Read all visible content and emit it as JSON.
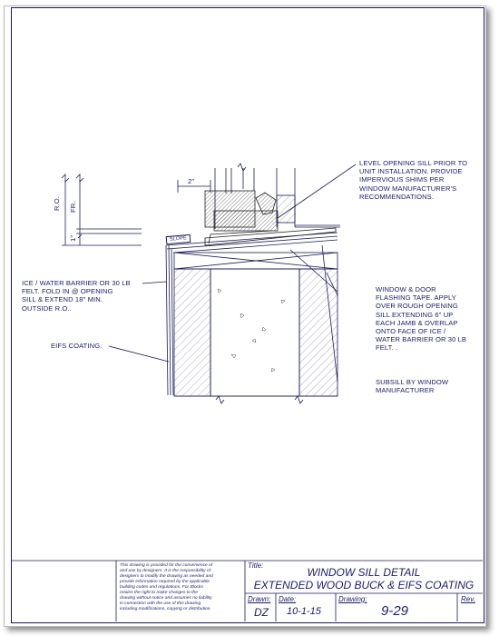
{
  "notes": {
    "level_sill": [
      "LEVEL OPENING SILL PRIOR TO",
      "UNIT INSTALLATION.  PROVIDE",
      "IMPERVIOUS SHIMS PER",
      "WINDOW MANUFACTURER'S",
      "RECOMMENDATIONS."
    ],
    "ice_water": [
      "ICE / WATER BARRIER OR 30 LB",
      "FELT.  FOLD IN @ OPENING",
      "SILL & EXTEND 18\" MIN.",
      "OUTSIDE R.O.."
    ],
    "flashing": [
      "WINDOW & DOOR",
      "FLASHING TAPE.  APPLY",
      "OVER ROUGH OPENING",
      "SILL EXTENDING 6\" UP",
      "EACH JAMB & OVERLAP",
      "ONTO FACE OF ICE /",
      "WATER BARRIER OR 30 LB",
      "FELT. ."
    ],
    "eifs": "EIFS COATING.",
    "subsill": [
      "SUBSILL BY WINDOW",
      "MANUFACTURER"
    ]
  },
  "dims": {
    "ro": "R.O.",
    "fr": "FR.",
    "one_in": "1\"",
    "two_in": "2\"",
    "slope": "SLOPE"
  },
  "title_block": {
    "disclaimer": [
      "This drawing is provided for the convenience of",
      "and use by designers.  It is the responsibility of",
      "designers to modify the drawing as needed and",
      "provide information required by the applicable",
      "building codes and regulations.  For Blocks",
      "retains the right to make changes to the",
      "drawing without notice and assumes no liability",
      "in connection with the use of this drawing",
      "including modifications, copying or distribution."
    ],
    "title_label": "Title:",
    "title_line1": "WINDOW SILL DETAIL",
    "title_line2": "EXTENDED WOOD BUCK & EIFS COATING",
    "drawn_label": "Drawn:",
    "drawn_value": "DZ",
    "date_label": "Date:",
    "date_value": "10-1-15",
    "drawing_label": "Drawing:",
    "drawing_value": "9-29",
    "rev_label": "Rev."
  },
  "colors": {
    "ink": "#1b1b6e",
    "line": "#1a1a5a"
  }
}
